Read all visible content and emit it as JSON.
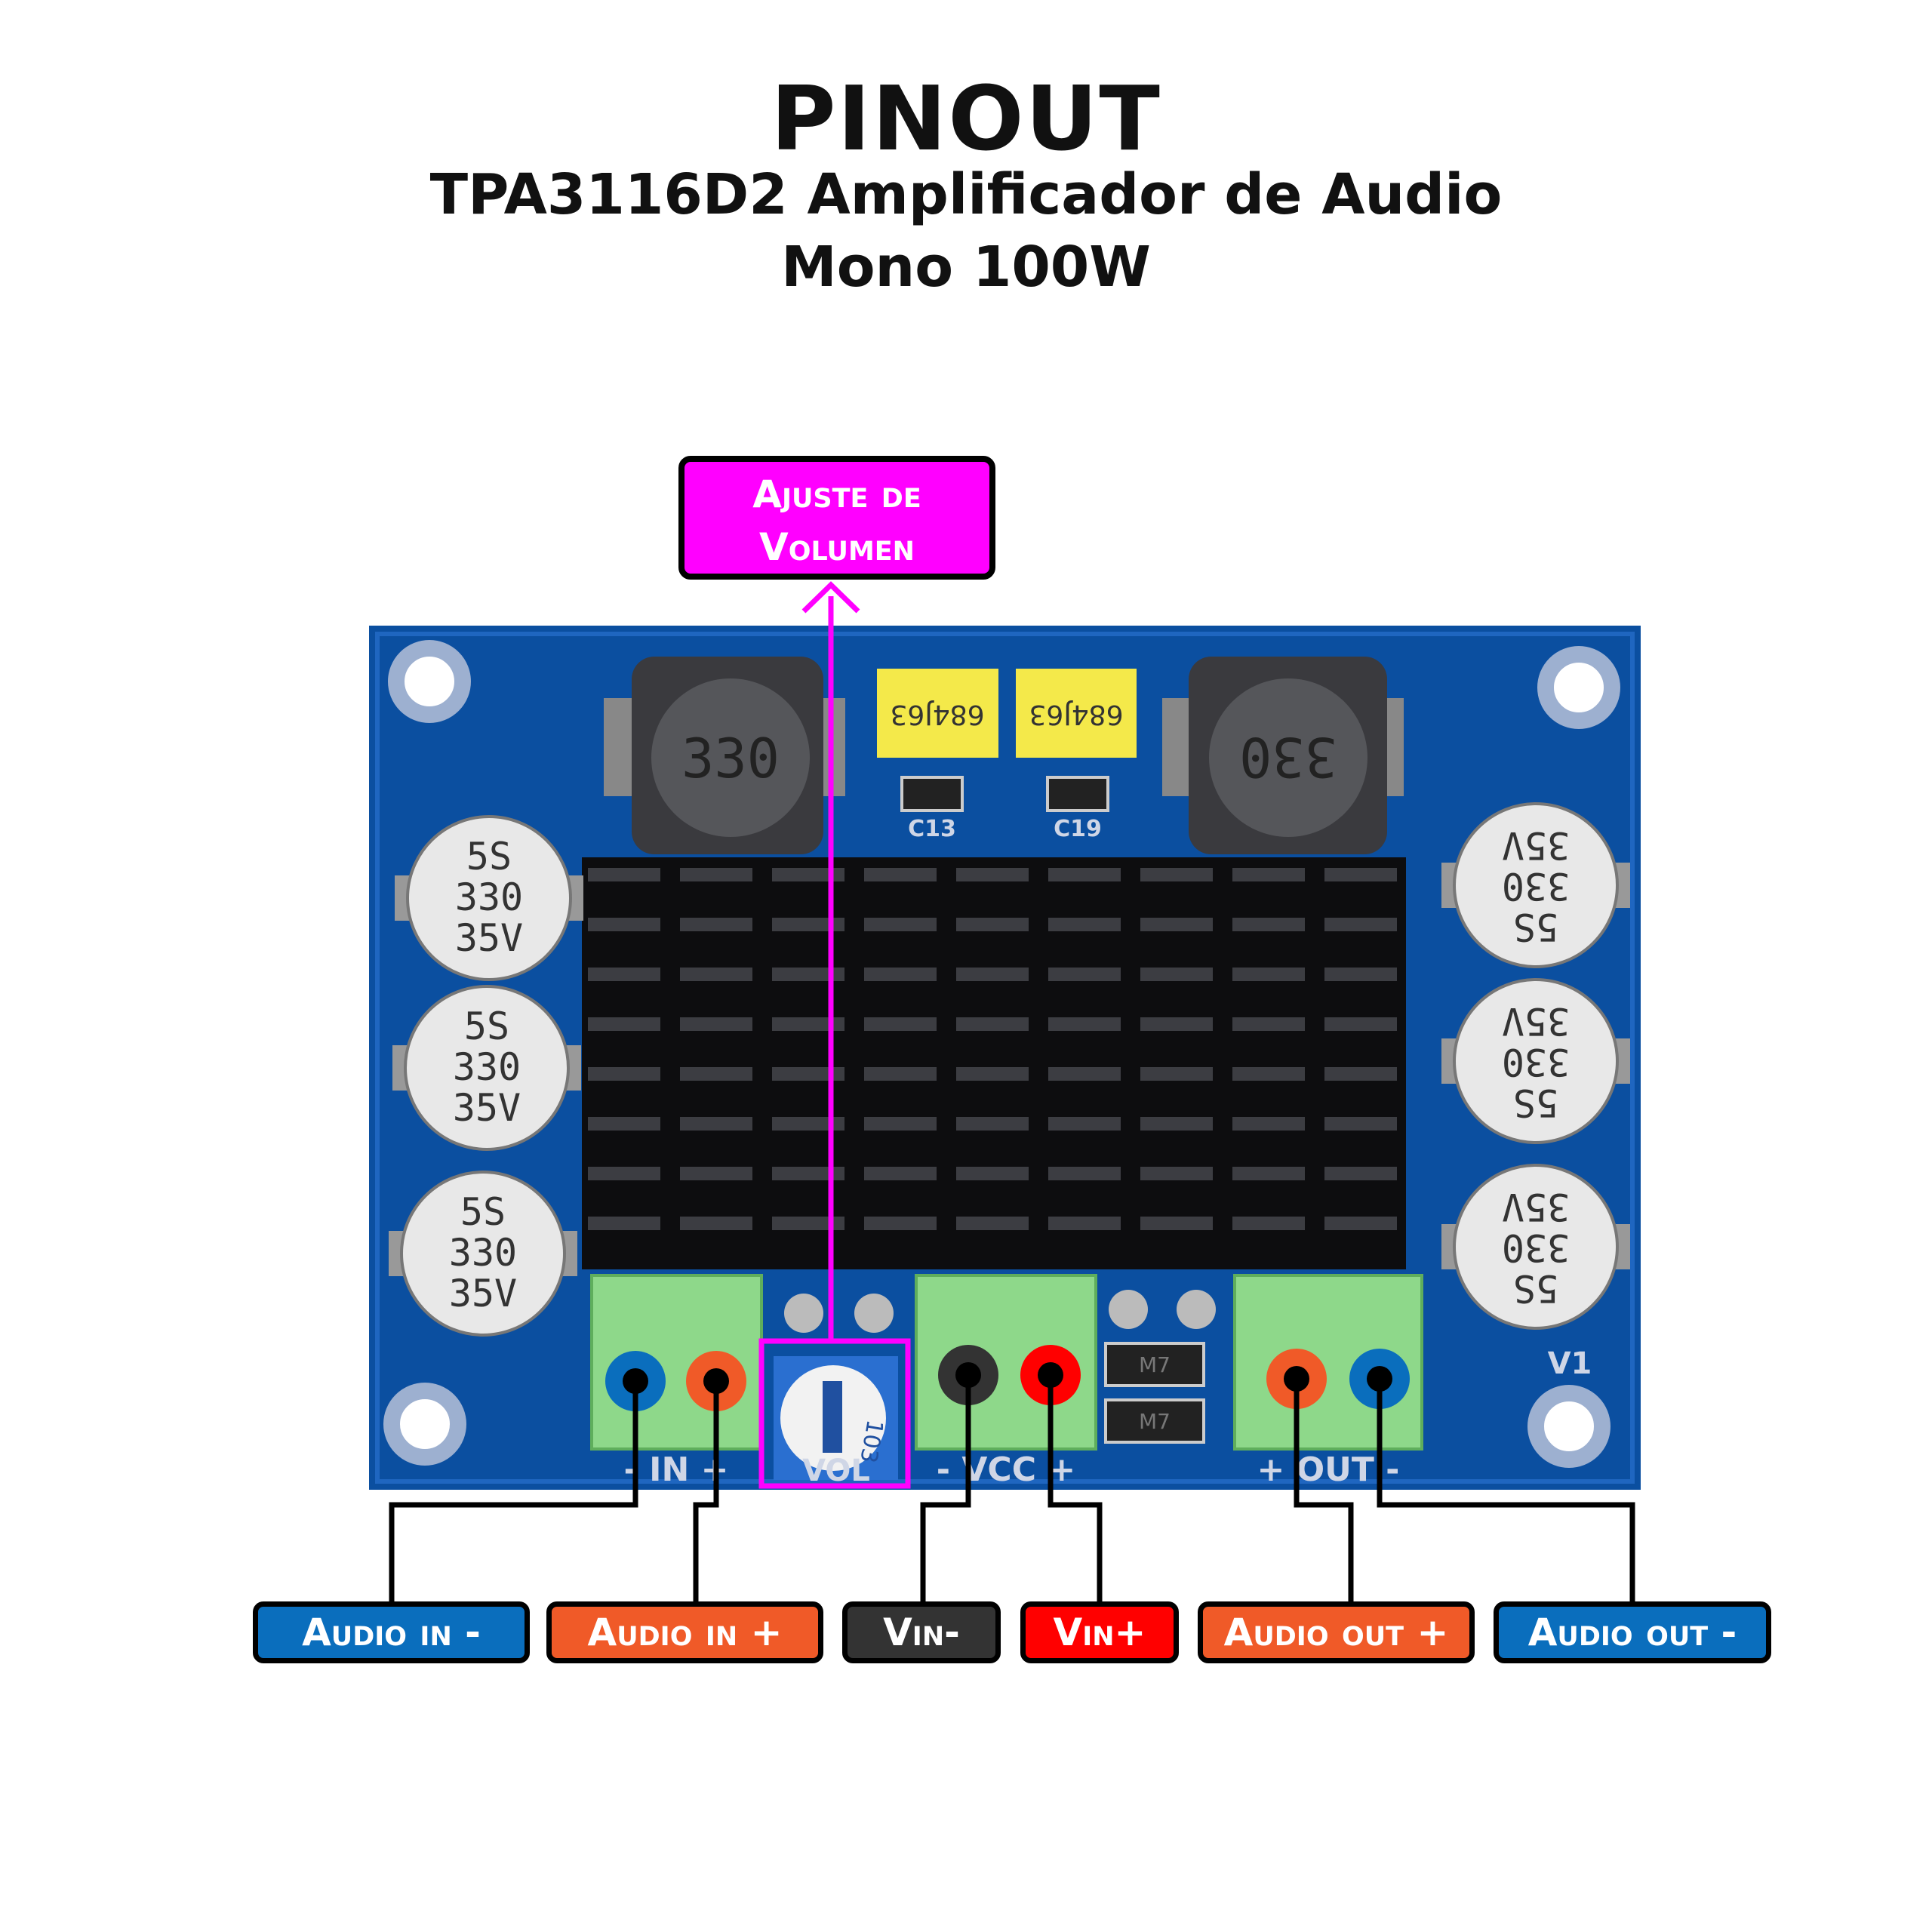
{
  "header": {
    "title": "PINOUT",
    "subtitle_line1": "TPA3116D2 Amplificador de Audio",
    "subtitle_line2": "Mono 100W"
  },
  "callout": {
    "line1": "Ajuste de",
    "line2": "Volumen",
    "color": "#ff00ff"
  },
  "pins": [
    {
      "label": "Audio in -",
      "color": "#0a6ebd"
    },
    {
      "label": "Audio in +",
      "color": "#f05a28"
    },
    {
      "label": "Vin-",
      "color": "#333333"
    },
    {
      "label": "Vin+",
      "color": "#ff0000"
    },
    {
      "label": "Audio out +",
      "color": "#f05a28"
    },
    {
      "label": "Audio out -",
      "color": "#0a6ebd"
    }
  ],
  "board": {
    "capacitor_text": [
      "5S",
      "330",
      "35V"
    ],
    "inductor_text": "330",
    "film_cap_text": "684J63",
    "smd_labels": [
      "C13",
      "C19"
    ],
    "silk_in": "-  IN  +",
    "silk_vcc": "-  VCC  +",
    "silk_out": "+  OUT  -",
    "silk_vol": "VOL",
    "silk_v1": "V1",
    "pot_text": "103",
    "diode_text": "M7"
  }
}
